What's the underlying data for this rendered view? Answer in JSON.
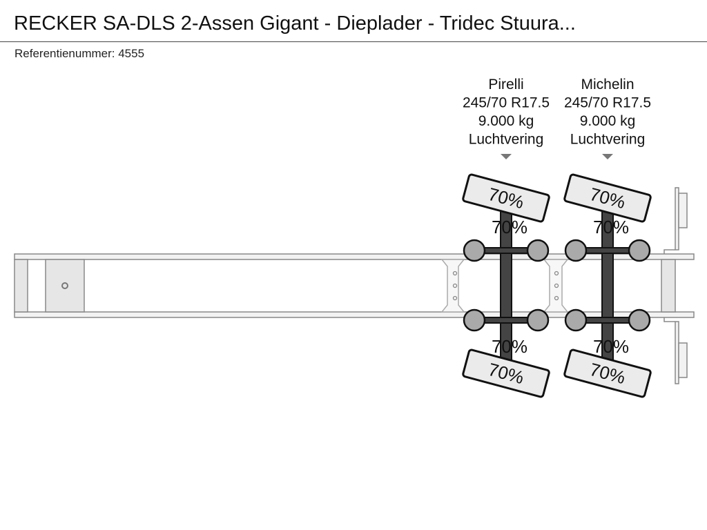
{
  "title": "RECKER SA-DLS 2-Assen Gigant - Dieplader - Tridec Stuura...",
  "reference": "Referentienummer: 4555",
  "axles": [
    {
      "brand": "Pirelli",
      "tire_size": "245/70 R17.5",
      "load": "9.000 kg",
      "suspension": "Luchtvering",
      "tire_top": "70%",
      "brake_top": "70%",
      "brake_bottom": "70%",
      "tire_bottom": "70%"
    },
    {
      "brand": "Michelin",
      "tire_size": "245/70 R17.5",
      "load": "9.000 kg",
      "suspension": "Luchtvering",
      "tire_top": "70%",
      "brake_top": "70%",
      "brake_bottom": "70%",
      "tire_bottom": "70%"
    }
  ]
}
